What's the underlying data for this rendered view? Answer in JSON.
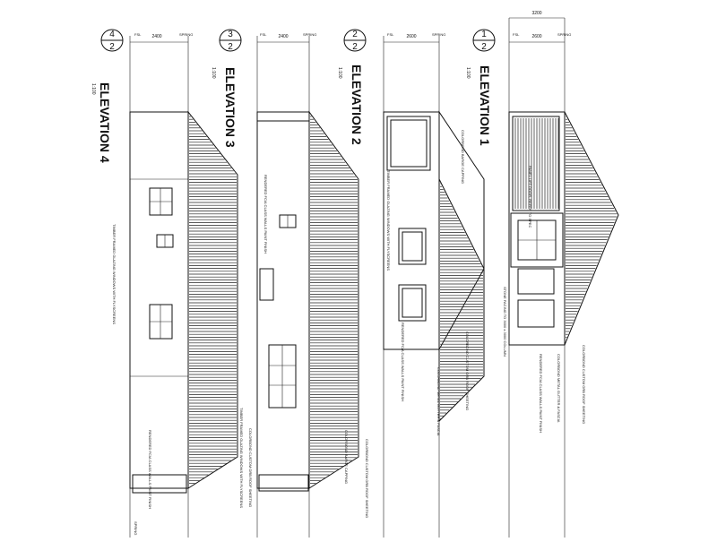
{
  "sheet": {
    "elevations": [
      {
        "id": "elev4",
        "title": "ELEVATION 4",
        "scale": "1:100",
        "bubble_num": "4",
        "bubble_sheet": "2",
        "dims": [
          "2400"
        ],
        "labels": [
          "FSL",
          "SPRING"
        ],
        "notes": [
          "TIMBER FRAMED GLAZING WINDOWS WITH FLYSCREENS",
          "RENDERED FC/A CLASS WALLS PAINT FINISH",
          "SPRING"
        ]
      },
      {
        "id": "elev3",
        "title": "ELEVATION 3",
        "scale": "1:100",
        "bubble_num": "3",
        "bubble_sheet": "2",
        "dims": [
          "2400"
        ],
        "labels": [
          "FSL",
          "SPRING"
        ],
        "notes": [
          "RENDERED FC/A CLASS WALLS PAINT FINISH",
          "TIMBER FRAMED GLAZING WINDOWS WITH FLYSCREENS",
          "COLORBOND CUSTOM ORB ROOF SHEETING",
          "COLORBOND BARGE CAPPING",
          "COLORBOND CUSTOM ORB ROOF SHEETING"
        ]
      },
      {
        "id": "elev2",
        "title": "ELEVATION 2",
        "scale": "1:100",
        "bubble_num": "2",
        "bubble_sheet": "2",
        "dims": [
          "2600"
        ],
        "labels": [
          "FSL",
          "SPRING"
        ],
        "notes": [
          "COLORBOND BARGE CAPPING",
          "TIMBER FRAMED GLAZING WINDOWS WITH FLYSCREENS",
          "RENDERED FC/A CLASS WALLS PAINT FINISH",
          "COLORBOND CUSTOM ORB ROOF SHEETING",
          "COLORBOND METAL GUTTER & FASCIA"
        ]
      },
      {
        "id": "elev1",
        "title": "ELEVATION 1",
        "scale": "1:100",
        "bubble_num": "1",
        "bubble_sheet": "2",
        "dims": [
          "3200",
          "2600"
        ],
        "labels": [
          "FSL",
          "SPRING"
        ],
        "notes": [
          "PANEL LIFT DOOR, REFER TO SPEC",
          "STONE FACING TO 3000 x 3000 COLUMN",
          "RENDERED FC/A CLASS WALLS PAINT FINISH",
          "COLORBOND METAL GUTTER & FASCIA",
          "COLORBOND CUSTOM ORB ROOF SHEETING"
        ]
      }
    ]
  }
}
